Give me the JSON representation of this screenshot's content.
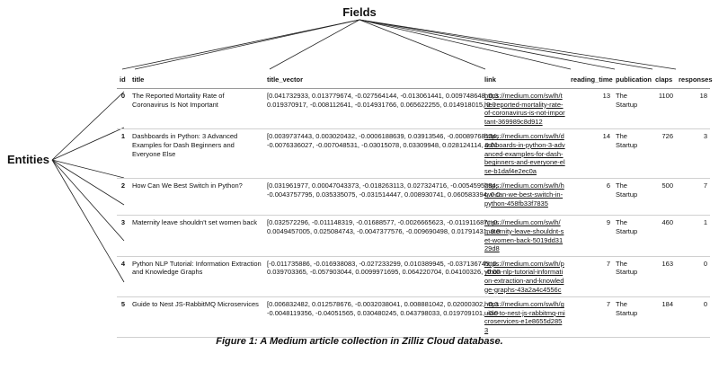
{
  "labels": {
    "fields": "Fields",
    "entities": "Entities"
  },
  "table": {
    "columns": [
      "id",
      "title",
      "title_vector",
      "link",
      "reading_time",
      "publication",
      "claps",
      "responses"
    ],
    "rows": [
      {
        "id": "0",
        "title": "The Reported Mortality Rate of Coronavirus Is Not Important",
        "vector_line1": "[0.041732933, 0.013779674, -0.027564144, -0.013061441, 0.009748648, 0.0",
        "vector_line2": "0.019370917, -0.008112641, -0.014931766, 0.065622255, 0.014918015, 0.0",
        "link": "https://medium.com/swlh/the-reported-mortality-rate-of-coronavirus-is-not-important-369989c8d912",
        "reading_time": "13",
        "publication": "The Startup",
        "claps": "1100",
        "responses": "18"
      },
      {
        "id": "1",
        "title": "Dashboards in Python: 3 Advanced Examples for Dash Beginners and Everyone Else",
        "vector_line1": "[0.0039737443, 0.003020432, -0.0006188639, 0.03913546, -0.00089768134,",
        "vector_line2": "-0.0076336027, -0.007048531, -0.03015078, 0.03309948, 0.028124114, 0.01",
        "link": "https://medium.com/swlh/dashboards-in-python-3-advanced-examples-for-dash-beginners-and-everyone-else-b1daf4e2ec0a",
        "reading_time": "14",
        "publication": "The Startup",
        "claps": "726",
        "responses": "3"
      },
      {
        "id": "2",
        "title": "How Can We Best Switch in Python?",
        "vector_line1": "[0.031961977, 0.00047043373, -0.018263113, 0.027324716, -0.0054595284,",
        "vector_line2": "-0.0043757795, 0.035335075, -0.031514447, 0.008930741, 0.060583394, 0.0",
        "link": "https://medium.com/swlh/how-can-we-best-switch-in-python-458fb33f7835",
        "reading_time": "6",
        "publication": "The Startup",
        "claps": "500",
        "responses": "7"
      },
      {
        "id": "3",
        "title": "Maternity leave shouldn't set women back",
        "vector_line1": "[0.032572296, -0.011148319, -0.01688577, -0.0026665623, -0.011911687, -0",
        "vector_line2": "0.0049457005, 0.025084743, -0.0047377576, -0.009690498, 0.01791431, 0.0",
        "link": "https://medium.com/swlh/maternity-leave-shouldnt-set-women-back-5019dd3129d8",
        "reading_time": "9",
        "publication": "The Startup",
        "claps": "460",
        "responses": "1"
      },
      {
        "id": "4",
        "title": "Python NLP Tutorial: Information Extraction and Knowledge Graphs",
        "vector_line1": "[-0.011735886, -0.016938083, -0.027233299, 0.010389945, -0.037136745, 0.",
        "vector_line2": "0.039703365, -0.057903044, 0.0099971695, 0.064220704, 0.04100326, -0.00",
        "link": "https://medium.com/swlh/python-nlp-tutorial-information-extraction-and-knowledge-graphs-43a2a4c4556c",
        "reading_time": "7",
        "publication": "The Startup",
        "claps": "163",
        "responses": "0"
      },
      {
        "id": "5",
        "title": "Guide to Nest JS-RabbitMQ Microservices",
        "vector_line1": "[0.006832482, 0.012578676, -0.0032038041, 0.008881042, 0.02000302, -0.0",
        "vector_line2": "-0.0048119356, -0.04051565, 0.030480245, 0.043798033, 0.019709101, -0.0",
        "link": "https://medium.com/swlh/guide-to-nest-js-rabbitmq-microservices-e1e8655d2853",
        "reading_time": "7",
        "publication": "The Startup",
        "claps": "184",
        "responses": "0"
      }
    ]
  },
  "caption": "Figure 1: A Medium article collection in Zilliz Cloud database."
}
